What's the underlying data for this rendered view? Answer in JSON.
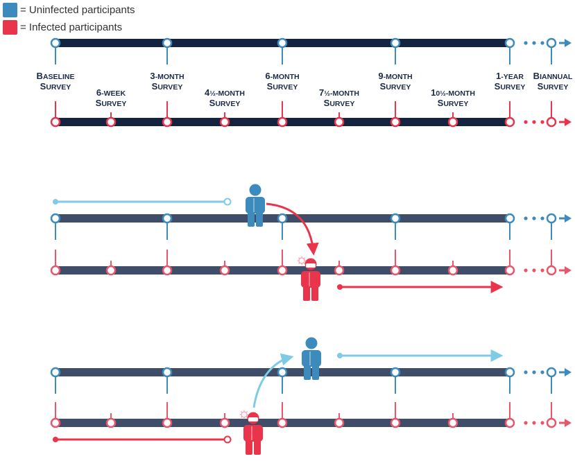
{
  "legend": {
    "uninfected": {
      "label": "= Uninfected participants",
      "color": "#3d8bbd"
    },
    "infected": {
      "label": "= Infected participants",
      "color": "#e8354b"
    }
  },
  "surveys": [
    {
      "id": "baseline",
      "line1": "Baseline",
      "line2": "Survey"
    },
    {
      "id": "6-week",
      "line1": "6-week",
      "line2": "Survey"
    },
    {
      "id": "3-month",
      "line1": "3-month",
      "line2": "Survey"
    },
    {
      "id": "4-5-month",
      "line1": "4½-month",
      "line2": "Survey"
    },
    {
      "id": "6-month",
      "line1": "6-month",
      "line2": "Survey"
    },
    {
      "id": "7-5-month",
      "line1": "7½-month",
      "line2": "Survey"
    },
    {
      "id": "9-month",
      "line1": "9-month",
      "line2": "Survey"
    },
    {
      "id": "10-5-month",
      "line1": "10½-month",
      "line2": "Survey"
    },
    {
      "id": "1-year",
      "line1": "1-year",
      "line2": "Survey"
    },
    {
      "id": "biannual",
      "line1": "Biannual",
      "line2": "Survey"
    }
  ],
  "colors": {
    "dark_bar": "#14233f",
    "gray_bar": "#3f4d68",
    "blue": "#3d8bbd",
    "light_blue": "#7fcbe6",
    "red": "#e8354b",
    "pink": "#e8566b"
  }
}
